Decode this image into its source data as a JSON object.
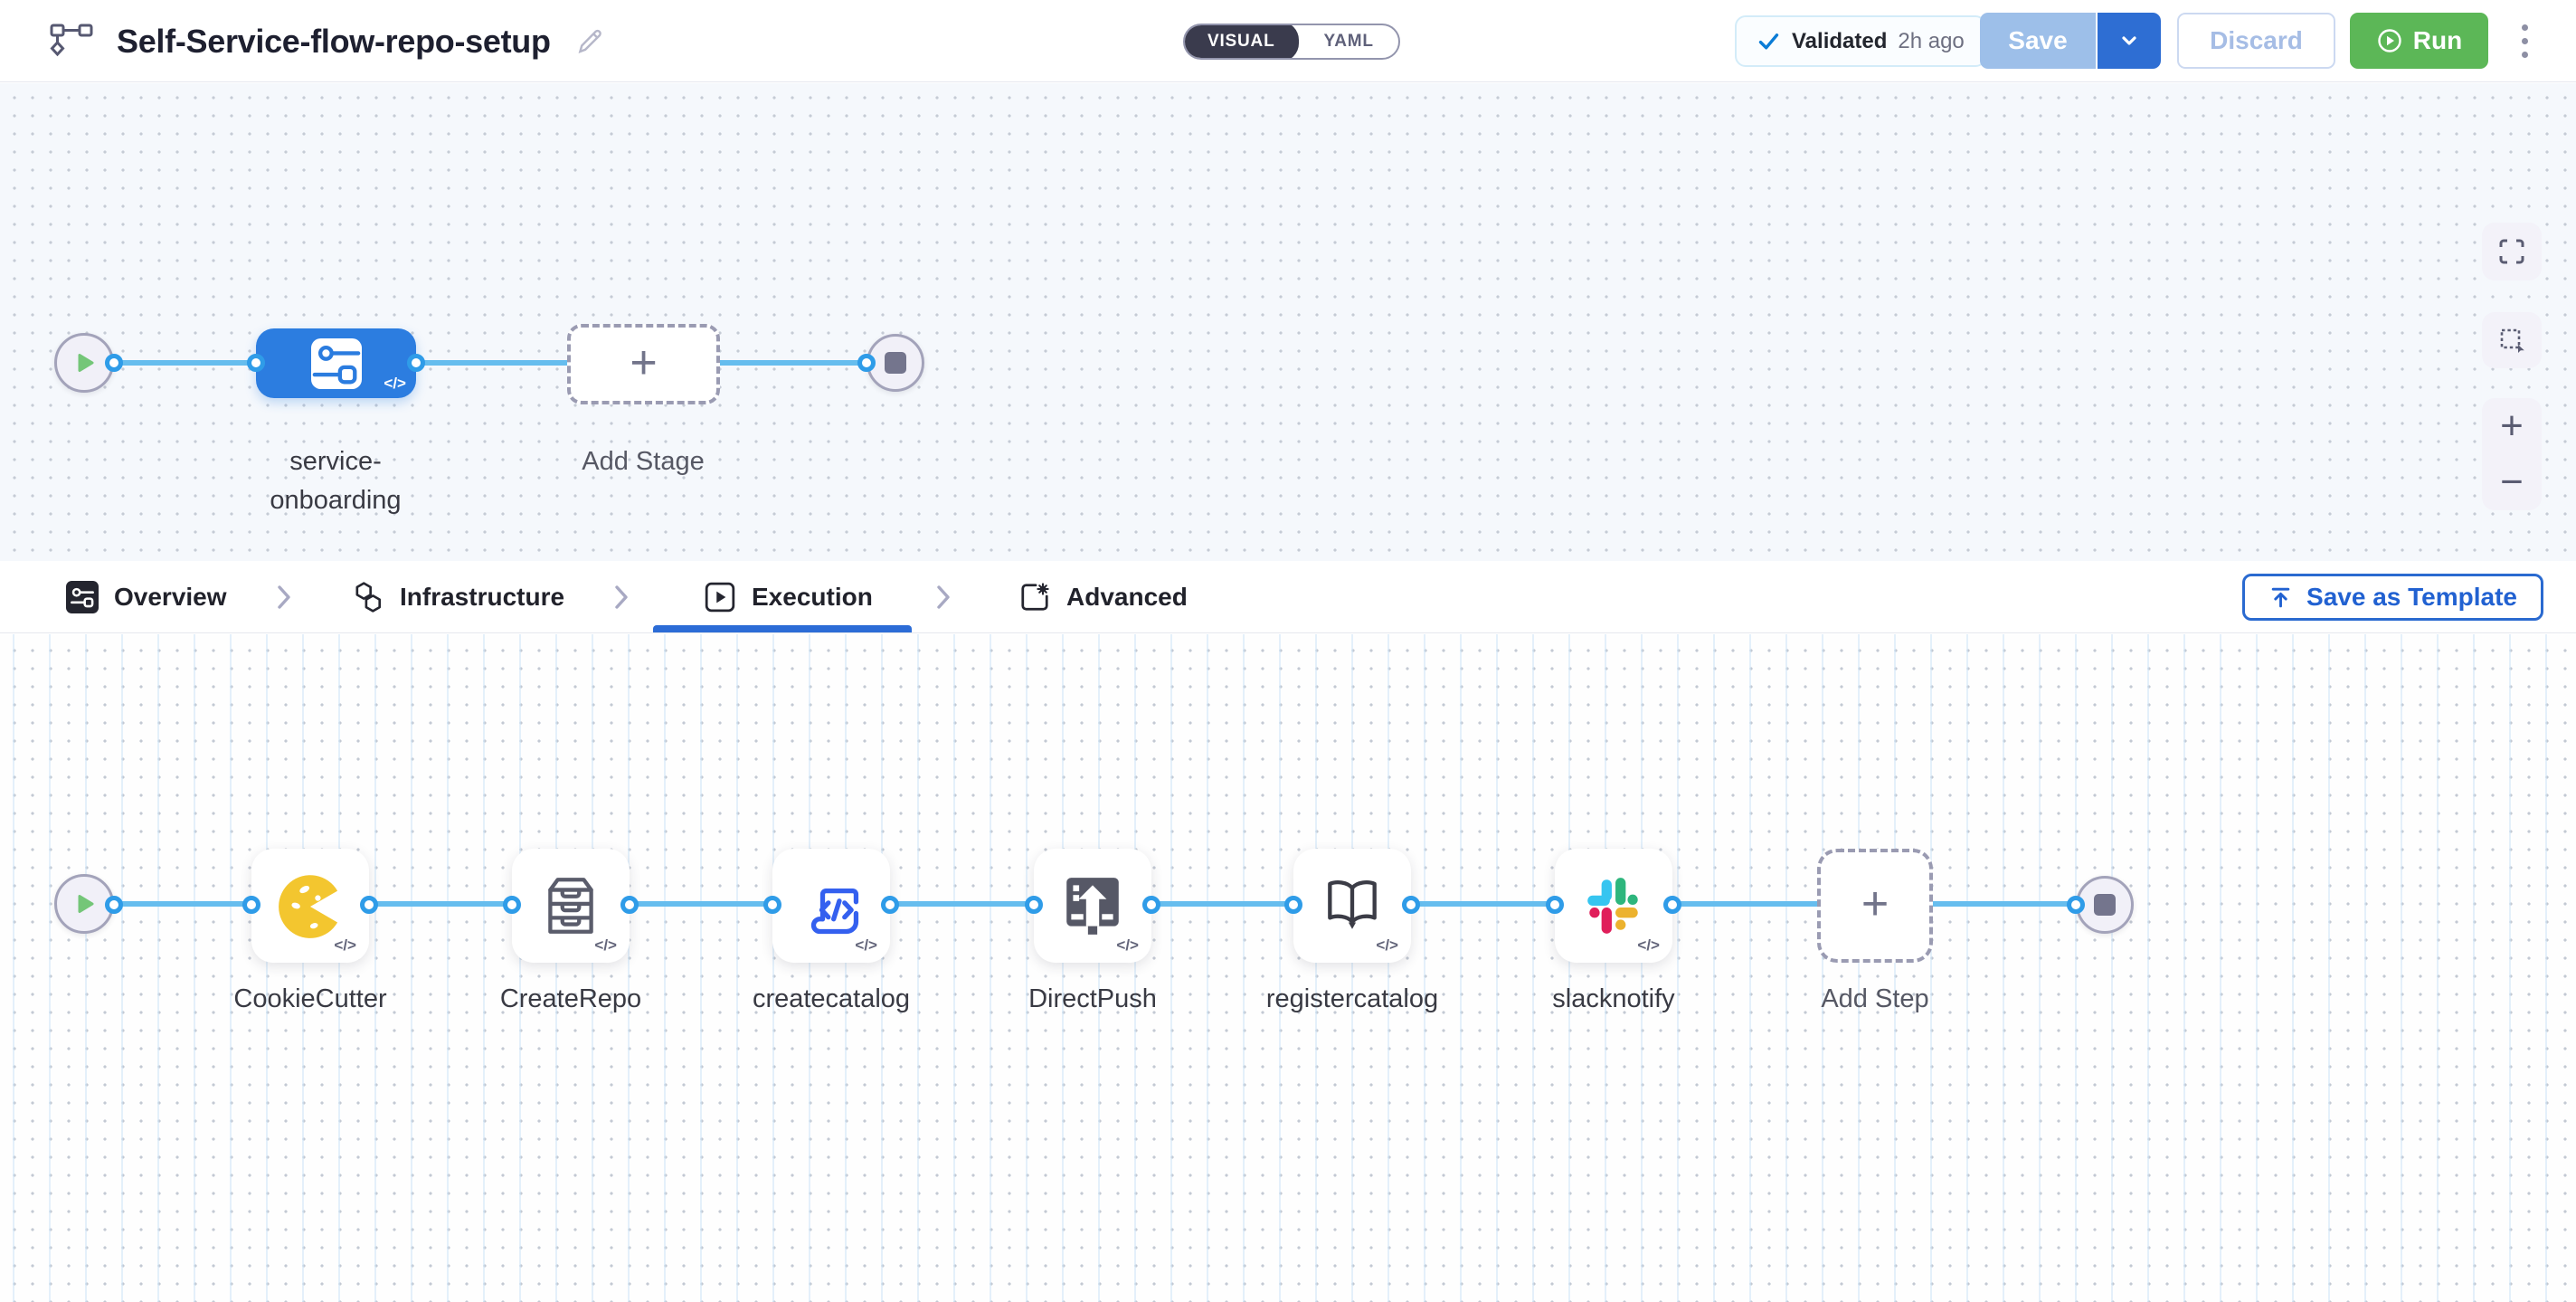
{
  "header": {
    "pipeline_title": "Self-Service-flow-repo-setup",
    "mode_toggle": {
      "visual_label": "VISUAL",
      "yaml_label": "YAML",
      "active": "VISUAL"
    },
    "validated_badge": {
      "label": "Validated",
      "time_ago": "2h ago"
    },
    "save_button": "Save",
    "discard_button": "Discard",
    "run_button": "Run"
  },
  "stage_canvas": {
    "stage_name_line1": "service-",
    "stage_name_line2": "onboarding",
    "add_stage_label": "Add Stage"
  },
  "tabs": {
    "items": [
      {
        "label": "Overview"
      },
      {
        "label": "Infrastructure"
      },
      {
        "label": "Execution"
      },
      {
        "label": "Advanced"
      }
    ],
    "active": "Execution",
    "save_as_template_label": "Save as Template"
  },
  "execution_canvas": {
    "steps": [
      {
        "name": "CookieCutter",
        "icon": "cookiecutter-icon"
      },
      {
        "name": "CreateRepo",
        "icon": "createrepo-drawer-icon"
      },
      {
        "name": "createcatalog",
        "icon": "catalog-code-icon"
      },
      {
        "name": "DirectPush",
        "icon": "direct-push-icon"
      },
      {
        "name": "registercatalog",
        "icon": "open-book-icon"
      },
      {
        "name": "slacknotify",
        "icon": "slack-icon"
      }
    ],
    "add_step_label": "Add Step"
  },
  "canvas_glyphs": {
    "plus": "+",
    "code_badge": "</>"
  },
  "zoom_controls": {
    "zoom_in": "+",
    "zoom_out": "−"
  },
  "colors": {
    "accent_blue": "#2c6cd6",
    "stage_blue": "#2c7de0",
    "connector_blue": "#66bdee",
    "port_blue": "#2f9ce8",
    "run_green": "#5cb757",
    "save_disabled_blue": "#9dbfe9",
    "canvas1_bg": "#f5f8fc",
    "slack_blue": "#36C5F0",
    "slack_green": "#2EB67D",
    "slack_red": "#E01E5A",
    "slack_yellow": "#ECB22E"
  }
}
